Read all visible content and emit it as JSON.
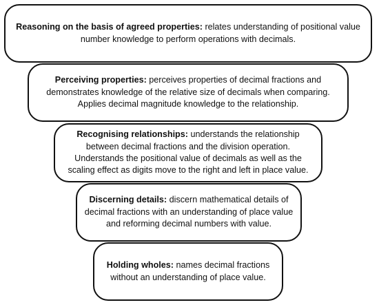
{
  "levels": [
    {
      "heading": "Reasoning on the basis of agreed properties:",
      "description": "relates understanding of positional value number knowledge to perform operations with decimals."
    },
    {
      "heading": "Perceiving properties:",
      "description": "perceives properties of decimal fractions and demonstrates knowledge of the relative size of decimals when comparing. Applies decimal magnitude knowledge to the relationship."
    },
    {
      "heading": "Recognising relationships:",
      "description": "understands the relationship between decimal fractions and the division operation. Understands the positional value of decimals as well as the scaling effect as digits move to the right and left in place value."
    },
    {
      "heading": "Discerning details:",
      "description": "discern mathematical details of decimal fractions with an understanding of place value and reforming decimal numbers with value."
    },
    {
      "heading": "Holding wholes:",
      "description": "names decimal fractions without an understanding of place value."
    }
  ]
}
